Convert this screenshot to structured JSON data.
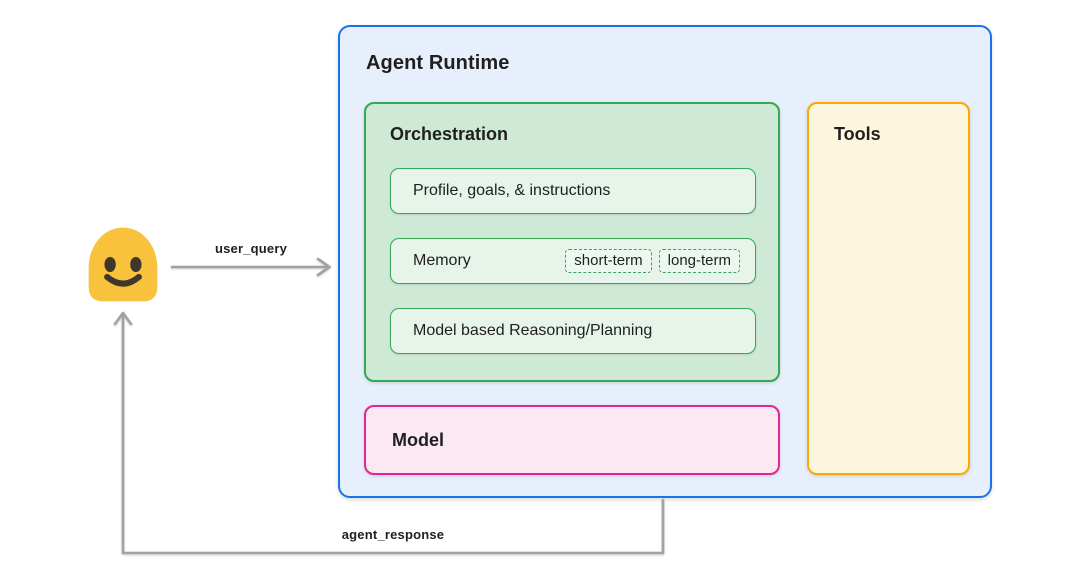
{
  "agent_runtime": {
    "title": "Agent Runtime"
  },
  "orchestration": {
    "title": "Orchestration",
    "profile_box": {
      "label": "Profile, goals, & instructions"
    },
    "memory_box": {
      "label": "Memory",
      "chips": [
        {
          "label": "short-term"
        },
        {
          "label": "long-term"
        }
      ]
    },
    "reasoning_box": {
      "label": "Model based Reasoning/Planning"
    }
  },
  "tools": {
    "title": "Tools"
  },
  "model": {
    "title": "Model"
  },
  "flows": {
    "user_query_label": "user_query",
    "agent_response_label": "agent_response"
  },
  "icons": {
    "user": "user-blob-smiley-emoji"
  },
  "colors": {
    "agent_runtime_border": "#1a73e8",
    "agent_runtime_bg": "#e7eefc",
    "orchestration_border": "#34a853",
    "orchestration_bg": "#ceead6",
    "inner_box_bg": "#e6f4ea",
    "tools_border": "#f9ab00",
    "tools_bg": "#fdf6de",
    "model_border": "#e52592",
    "model_bg": "#fce8f3",
    "arrow_gray": "#9ea3a8",
    "emoji_yellow": "#f9c23c",
    "emoji_features": "#40362b",
    "text": "#1f1f1f"
  }
}
